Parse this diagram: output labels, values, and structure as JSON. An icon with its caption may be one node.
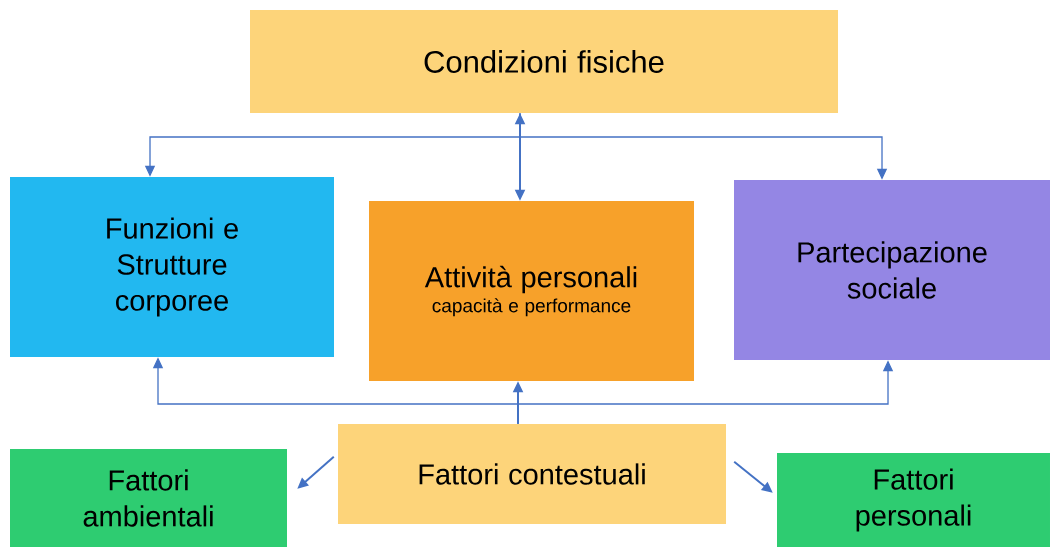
{
  "diagram": {
    "nodes": [
      {
        "text": [
          "Condizioni fisiche"
        ]
      },
      {
        "text": [
          "Funzioni e Strutture corporee"
        ]
      },
      {
        "text": [
          "Attività personali",
          "capacità e performance"
        ]
      },
      {
        "text": [
          "Partecipazione sociale"
        ]
      },
      {
        "text": [
          "Fattori contestuali"
        ]
      },
      {
        "text": [
          "Fattori ambientali"
        ]
      },
      {
        "text": [
          "Fattori personali"
        ]
      }
    ],
    "edges": [
      {
        "from": 0,
        "to": 2,
        "arrow": "both"
      },
      {
        "from": 0,
        "to": 1,
        "arrow": "to"
      },
      {
        "from": 0,
        "to": 3,
        "arrow": "to"
      },
      {
        "from": 4,
        "to": 2,
        "arrow": "to"
      },
      {
        "from": 4,
        "to": 1,
        "arrow": "to"
      },
      {
        "from": 4,
        "to": 3,
        "arrow": "to"
      },
      {
        "from": 4,
        "to": 5,
        "arrow": "to"
      },
      {
        "from": 4,
        "to": 6,
        "arrow": "to"
      }
    ]
  }
}
